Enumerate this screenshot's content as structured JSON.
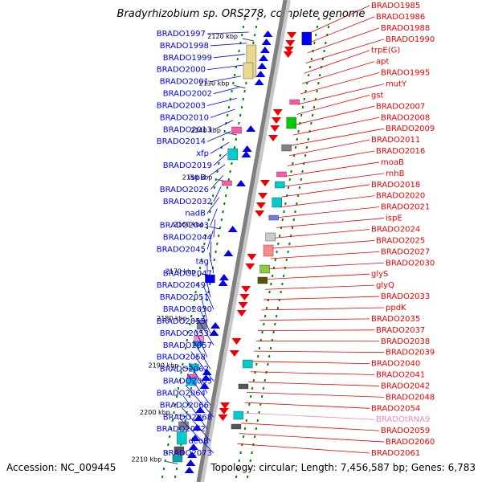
{
  "header": {
    "title": "Bradyrhizobium sp. ORS278, complete genome"
  },
  "footer": {
    "accession": "Accession: NC_009445",
    "summary": "Topology: circular; Length: 7,456,587 bp; Genes: 6,783"
  },
  "colors": {
    "forward_genes": "#0000ee",
    "reverse_genes": "#ee0000",
    "rna_genes": "#ee88bb",
    "backbone": "#808080",
    "tick_marks": "#008800"
  },
  "scale_ticks": [
    "2120 kbp",
    "2130 kbp",
    "2140 kbp",
    "2150 kbp",
    "2160 kbp",
    "2170 kbp",
    "2180 kbp",
    "2190 kbp",
    "2200 kbp",
    "2210 kbp"
  ],
  "forward_gene_labels": [
    "BRADO1997",
    "BRADO1998",
    "BRADO1999",
    "BRADO2000",
    "BRADO2001",
    "BRADO2002",
    "BRADO2003",
    "BRADO2010",
    "BRADO2013",
    "BRADO2014",
    "xfp",
    "BRADO2019",
    "ispB",
    "BRADO2026",
    "BRADO2032",
    "nadB",
    "BRADO2043",
    "BRADO2044",
    "BRADO2045",
    "tag",
    "BRADO2047",
    "BRADO2049",
    "BRADO2051",
    "BRADO2050",
    "BRADO2055",
    "BRADO2053",
    "BRADO2057",
    "BRADO2058",
    "BRADO2062",
    "BRADO2063",
    "BRADO2064",
    "BRADO2066",
    "BRADO2068",
    "BRADO2072",
    "deoB",
    "BRADO2073"
  ],
  "reverse_gene_labels": [
    "BRADO1985",
    "BRADO1986",
    "BRADO1988",
    "BRADO1990",
    "trpE(G)",
    "apt",
    "BRADO1995",
    "mutY",
    "gst",
    "BRADO2007",
    "BRADO2008",
    "BRADO2009",
    "BRADO2011",
    "BRADO2016",
    "moaB",
    "rnhB",
    "BRADO2018",
    "BRADO2020",
    "BRADO2021",
    "ispE",
    "BRADO2024",
    "BRADO2025",
    "BRADO2027",
    "BRADO2030",
    "glyS",
    "glyQ",
    "BRADO2033",
    "ppdK",
    "BRADO2035",
    "BRADO2037",
    "BRADO2038",
    "BRADO2039",
    "BRADO2040",
    "BRADO2041",
    "BRADO2042",
    "BRADO2048",
    "BRADO2054",
    "BRADOtRNA9",
    "BRADO2059",
    "BRADO2060",
    "BRADO2061"
  ]
}
